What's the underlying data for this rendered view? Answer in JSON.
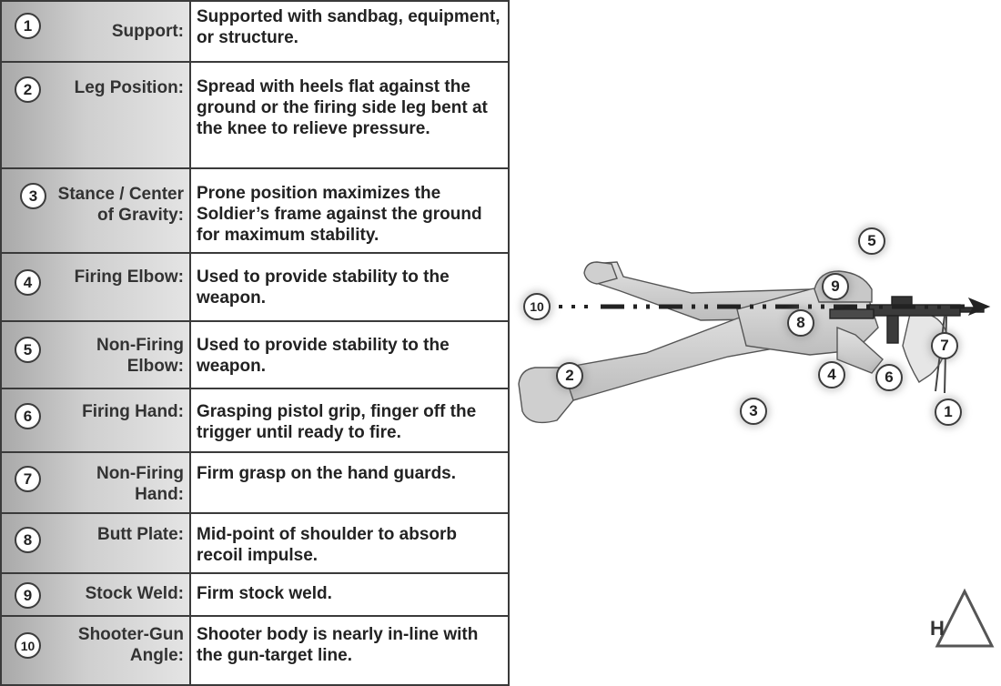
{
  "rows": [
    {
      "num": "1",
      "label": "Support:",
      "desc": "Supported with sandbag, equipment, or structure."
    },
    {
      "num": "2",
      "label": "Leg Position:",
      "desc": "Spread with heels flat against the ground or the firing side leg bent at the knee to relieve pressure."
    },
    {
      "num": "3",
      "label": "Stance / Center of Gravity:",
      "desc": "Prone position maximizes the Soldier’s frame against the ground for maximum stability."
    },
    {
      "num": "4",
      "label": "Firing Elbow:",
      "desc": "Used to provide stability to the weapon."
    },
    {
      "num": "5",
      "label": "Non-Firing Elbow:",
      "desc": "Used to provide stability to the weapon."
    },
    {
      "num": "6",
      "label": "Firing Hand:",
      "desc": "Grasping pistol grip, finger off the trigger until ready to fire."
    },
    {
      "num": "7",
      "label": "Non-Firing Hand:",
      "desc": "Firm grasp on the hand guards."
    },
    {
      "num": "8",
      "label": "Butt Plate:",
      "desc": "Mid-point of shoulder to absorb recoil impulse."
    },
    {
      "num": "9",
      "label": "Stock Weld:",
      "desc": "Firm stock weld."
    },
    {
      "num": "10",
      "label": "Shooter-Gun Angle:",
      "desc": "Shooter body is nearly in-line with the gun-target line."
    }
  ],
  "callouts": {
    "c1": "1",
    "c2": "2",
    "c3": "3",
    "c4": "4",
    "c5": "5",
    "c6": "6",
    "c7": "7",
    "c8": "8",
    "c9": "9",
    "c10": "10"
  },
  "figure_tag": "H",
  "colors": {
    "border": "#3a3a3a",
    "label_shade": "#b8b8b8",
    "figure": "#d6d6d6"
  }
}
